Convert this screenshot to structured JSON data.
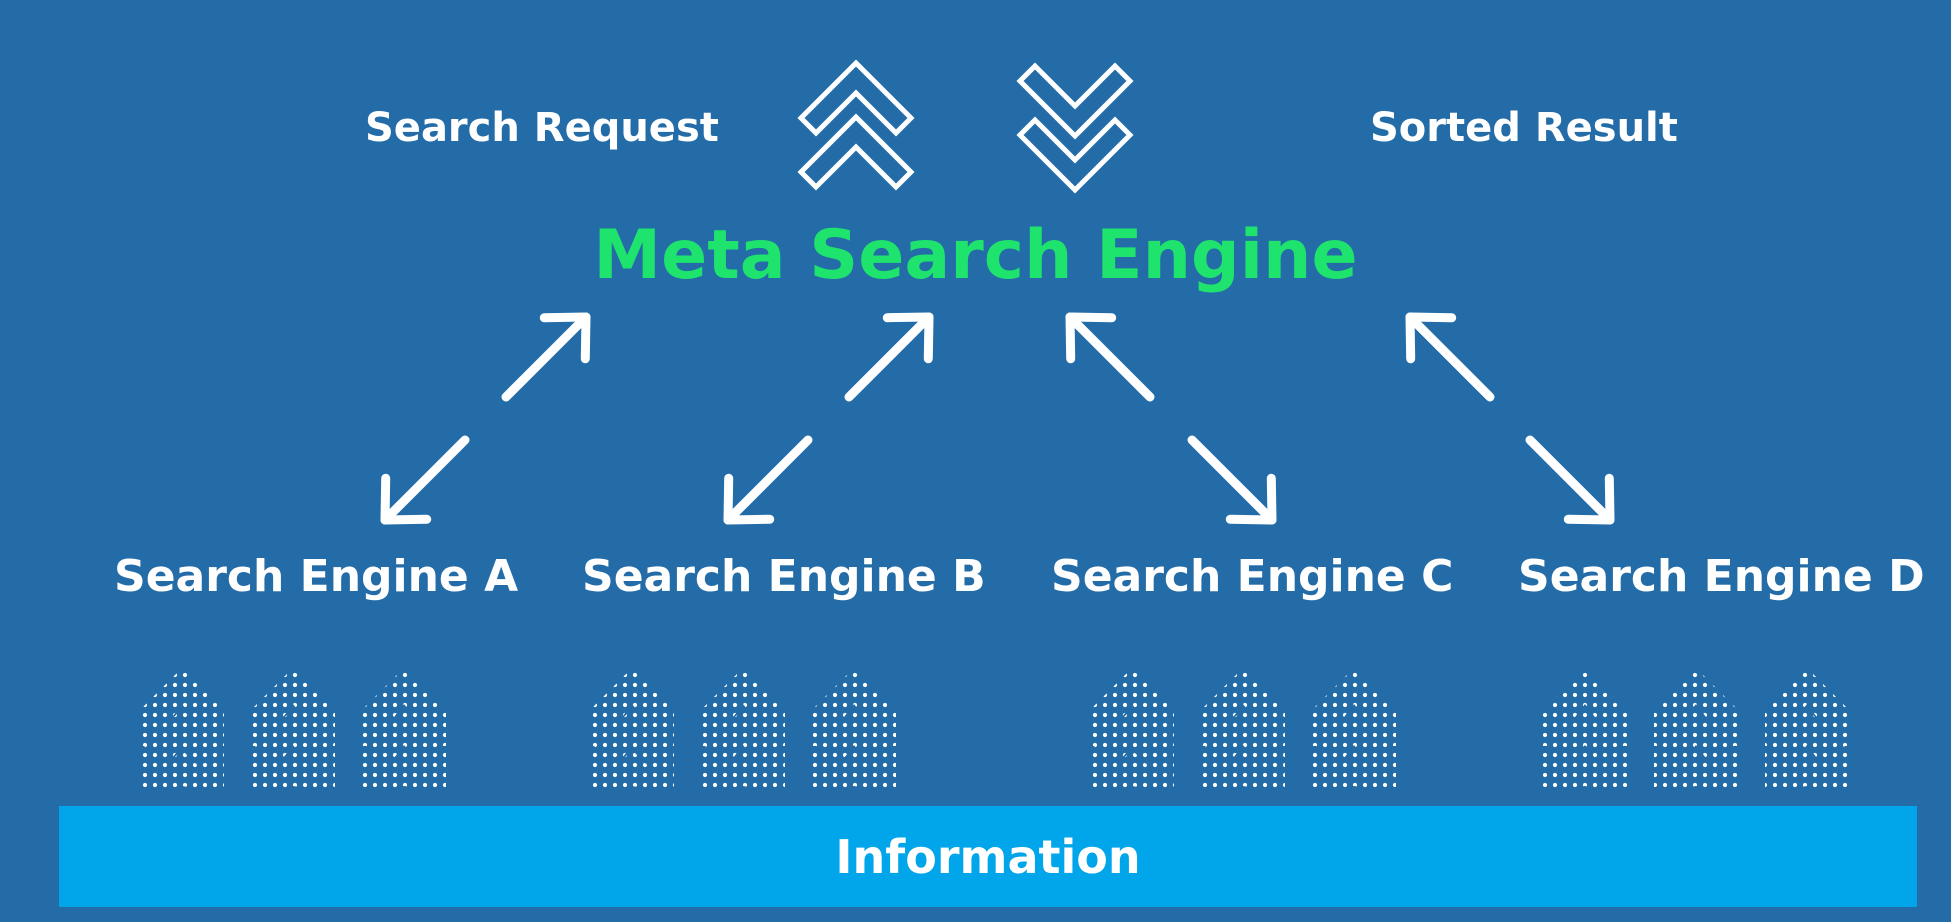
{
  "title": "Meta Search Engine",
  "left_label": "Search Request",
  "right_label": "Sorted Result",
  "engines": [
    "Search Engine A",
    "Search Engine B",
    "Search Engine C",
    "Search Engine D"
  ],
  "base_label": "Information",
  "colors": {
    "background": "#236ca8",
    "title": "#1ee36c",
    "base_bar": "#00a5ea",
    "text": "#ffffff"
  },
  "icons": {
    "request": "double-chevron-up-icon",
    "result": "double-chevron-down-icon",
    "flow": "diagonal-arrow-icon",
    "data": "dotted-chevron-stack-icon"
  }
}
